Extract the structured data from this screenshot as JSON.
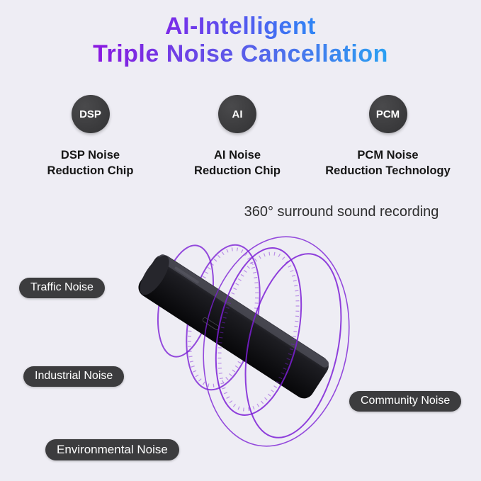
{
  "title": {
    "line1": "AI-Intelligent",
    "line2": "Triple Noise Cancellation"
  },
  "features": [
    {
      "badge": "DSP",
      "label_line1": "DSP Noise",
      "label_line2": "Reduction Chip"
    },
    {
      "badge": "AI",
      "label_line1": "AI Noise",
      "label_line2": "Reduction Chip"
    },
    {
      "badge": "PCM",
      "label_line1": "PCM Noise",
      "label_line2": "Reduction Technology"
    }
  ],
  "caption": "360° surround sound recording",
  "noise_labels": [
    {
      "text": "Traffic Noise"
    },
    {
      "text": "Industrial Noise"
    },
    {
      "text": "Community Noise"
    },
    {
      "text": "Environmental Noise"
    }
  ],
  "colors": {
    "bg": "#eeedf4",
    "title_grad_start": "#7d2ae8",
    "title_grad_end": "#2e86f5",
    "title2_grad_start": "#8b17e0",
    "title2_grad_end": "#2aa0f2",
    "badge_bg": "#3d3d3f",
    "pill_bg": "#3c3c3e",
    "ring_color": "#7c1fd6",
    "text_dark": "#161616"
  }
}
